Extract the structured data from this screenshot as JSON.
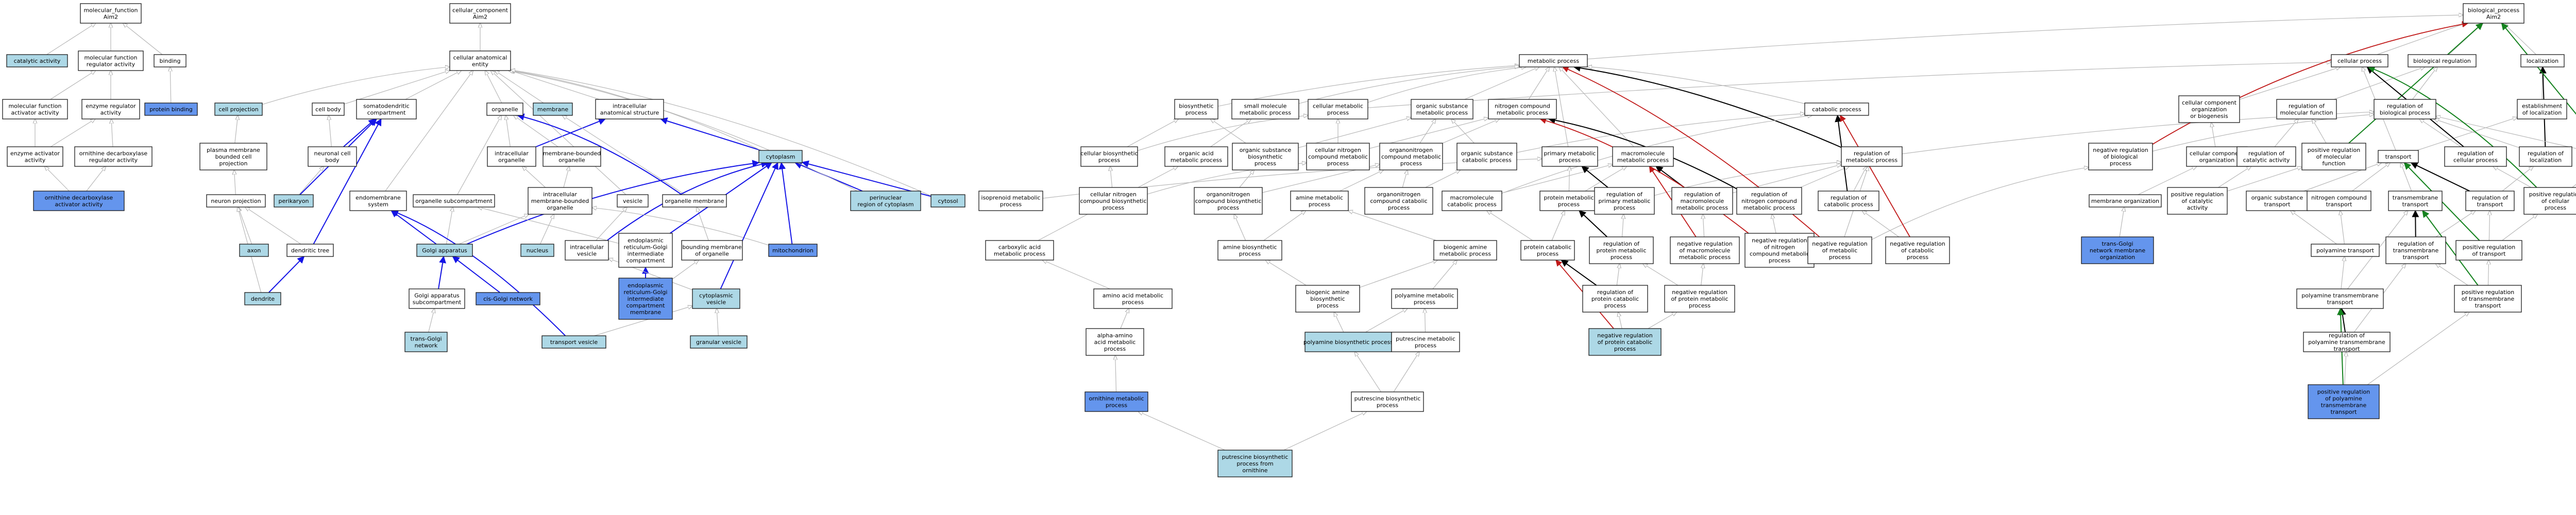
{
  "colors": {
    "term": "#ffffff",
    "annotated": "#add8e6",
    "selected": "#6495ed",
    "is_a": "#b8b8b8",
    "part_of": "#1414e6",
    "regulates": "#000000",
    "positively_regulates": "#14821e",
    "negatively_regulates": "#c01818"
  },
  "nodes": {
    "mf": [
      "molecular_function",
      "Aim2"
    ],
    "cat": [
      "catalytic activity"
    ],
    "mfra": [
      "molecular function",
      "regulator activity"
    ],
    "bind": [
      "binding"
    ],
    "mfaa": [
      "molecular function",
      "activator activity"
    ],
    "era": [
      "enzyme regulator",
      "activity"
    ],
    "pbind": [
      "protein binding"
    ],
    "eaa": [
      "enzyme activator",
      "activity"
    ],
    "odra": [
      "ornithine decarboxylase",
      "regulator activity"
    ],
    "odaa": [
      "ornithine decarboxylase",
      "activator activity"
    ],
    "cc": [
      "cellular_component",
      "Aim2"
    ],
    "cae": [
      "cellular anatomical",
      "entity"
    ],
    "cproj": [
      "cell projection"
    ],
    "cbody": [
      "cell body"
    ],
    "sdc": [
      "somatodendritic",
      "compartment"
    ],
    "org": [
      "organelle"
    ],
    "memb": [
      "membrane"
    ],
    "ias": [
      "intracellular",
      "anatomical structure"
    ],
    "pmbcp": [
      "plasma membrane",
      "bounded cell",
      "projection"
    ],
    "ncb": [
      "neuronal cell",
      "body"
    ],
    "iorg": [
      "intracellular",
      "organelle"
    ],
    "mbo": [
      "membrane-bounded",
      "organelle"
    ],
    "cyto": [
      "cytoplasm"
    ],
    "nproj": [
      "neuron projection"
    ],
    "peri": [
      "perikaryon"
    ],
    "endo": [
      "endomembrane",
      "system"
    ],
    "osub": [
      "organelle subcompartment"
    ],
    "imbo": [
      "intracellular",
      "membrane-bounded",
      "organelle"
    ],
    "ves": [
      "vesicle"
    ],
    "omem": [
      "organelle membrane"
    ],
    "prc": [
      "perinuclear",
      "region of cytoplasm"
    ],
    "cytosol": [
      "cytosol"
    ],
    "axon": [
      "axon"
    ],
    "dtree": [
      "dendritic tree"
    ],
    "golgi": [
      "Golgi apparatus"
    ],
    "nuc": [
      "nucleus"
    ],
    "iv": [
      "intracellular",
      "vesicle"
    ],
    "bmo": [
      "bounding membrane",
      "of organelle"
    ],
    "mito": [
      "mitochondrion"
    ],
    "ergic": [
      "endoplasmic",
      "reticulum-Golgi",
      "intermediate",
      "compartment"
    ],
    "dend": [
      "dendrite"
    ],
    "gasc": [
      "Golgi apparatus",
      "subcompartment"
    ],
    "cisg": [
      "cis-Golgi network"
    ],
    "ergicm": [
      "endoplasmic",
      "reticulum-Golgi",
      "intermediate",
      "compartment",
      "membrane"
    ],
    "cves": [
      "cytoplasmic",
      "vesicle"
    ],
    "tgn": [
      "trans-Golgi",
      "network"
    ],
    "tves": [
      "transport vesicle"
    ],
    "gves": [
      "granular vesicle"
    ],
    "bp": [
      "biological_process",
      "Aim2"
    ],
    "metab": [
      "metabolic process"
    ],
    "cellp": [
      "cellular process"
    ],
    "breg": [
      "biological regulation"
    ],
    "loc": [
      "localization"
    ],
    "bios": [
      "biosynthetic",
      "process"
    ],
    "smm": [
      "small molecule",
      "metabolic process"
    ],
    "cmp": [
      "cellular metabolic",
      "process"
    ],
    "osmp": [
      "organic substance",
      "metabolic process"
    ],
    "ncmp": [
      "nitrogen compound",
      "metabolic process"
    ],
    "catab": [
      "catabolic process"
    ],
    "ccob": [
      "cellular component",
      "organization",
      "or biogenesis"
    ],
    "rmf": [
      "regulation of",
      "molecular function"
    ],
    "rbp": [
      "regulation of",
      "biological process"
    ],
    "eol": [
      "establishment",
      "of localization"
    ],
    "cbp": [
      "cellular biosynthetic",
      "process"
    ],
    "oamp": [
      "organic acid",
      "metabolic process"
    ],
    "osbp": [
      "organic substance",
      "biosynthetic",
      "process"
    ],
    "cncmp": [
      "cellular nitrogen",
      "compound metabolic",
      "process"
    ],
    "oncmp": [
      "organonitrogen",
      "compound metabolic",
      "process"
    ],
    "oscp": [
      "organic substance",
      "catabolic process"
    ],
    "pmp": [
      "primary metabolic",
      "process"
    ],
    "mmp": [
      "macromolecule",
      "metabolic process"
    ],
    "rmp": [
      "regulation of",
      "metabolic process"
    ],
    "nrbp": [
      "negative regulation",
      "of biological",
      "process"
    ],
    "cco": [
      "cellular component",
      "organization"
    ],
    "rca": [
      "regulation of",
      "catalytic activity"
    ],
    "prmf": [
      "positive regulation",
      "of molecular",
      "function"
    ],
    "transport": [
      "transport"
    ],
    "rcp": [
      "regulation of",
      "cellular process"
    ],
    "rloc": [
      "regulation of",
      "localization"
    ],
    "prbp": [
      "positive regulation",
      "of biological",
      "process"
    ],
    "ismp": [
      "isoprenoid metabolic",
      "process"
    ],
    "cncbp": [
      "cellular nitrogen",
      "compound biosynthetic",
      "process"
    ],
    "oncbp": [
      "organonitrogen",
      "compound biosynthetic",
      "process"
    ],
    "amp": [
      "amine metabolic",
      "process"
    ],
    "onccp": [
      "organonitrogen",
      "compound catabolic",
      "process"
    ],
    "mcp": [
      "macromolecule",
      "catabolic process"
    ],
    "protmp": [
      "protein metabolic",
      "process"
    ],
    "rpmp": [
      "regulation of",
      "primary metabolic",
      "process"
    ],
    "rmmp": [
      "regulation of",
      "macromolecule",
      "metabolic process"
    ],
    "rncmp": [
      "regulation of",
      "nitrogen compound",
      "metabolic process"
    ],
    "rcatp": [
      "regulation of",
      "catabolic process"
    ],
    "memorg": [
      "membrane organization"
    ],
    "prca": [
      "positive regulation",
      "of catalytic",
      "activity"
    ],
    "ost": [
      "organic substance",
      "transport"
    ],
    "nct": [
      "nitrogen compound",
      "transport"
    ],
    "tmt": [
      "transmembrane",
      "transport"
    ],
    "rt": [
      "regulation of",
      "transport"
    ],
    "prcp": [
      "positive regulation",
      "of cellular",
      "process"
    ],
    "camp": [
      "carboxylic acid",
      "metabolic process"
    ],
    "abp": [
      "amine biosynthetic",
      "process"
    ],
    "bamp": [
      "biogenic amine",
      "metabolic process"
    ],
    "pcp": [
      "protein catabolic",
      "process"
    ],
    "rprmp": [
      "regulation of",
      "protein metabolic",
      "process"
    ],
    "nrmmp": [
      "negative regulation",
      "of macromolecule",
      "metabolic process"
    ],
    "nrncmp": [
      "negative regulation",
      "of nitrogen",
      "compound metabolic",
      "process"
    ],
    "nrmp": [
      "negative regulation",
      "of metabolic",
      "process"
    ],
    "nrcatp": [
      "negative regulation",
      "of catabolic",
      "process"
    ],
    "tgnmo": [
      "trans-Golgi",
      "network membrane",
      "organization"
    ],
    "pt": [
      "polyamine transport"
    ],
    "rtmt": [
      "regulation of",
      "transmembrane",
      "transport"
    ],
    "prt": [
      "positive regulation",
      "of transport"
    ],
    "aamp": [
      "amino acid metabolic",
      "process"
    ],
    "babp": [
      "biogenic amine",
      "biosynthetic",
      "process"
    ],
    "polymp": [
      "polyamine metabolic",
      "process"
    ],
    "rpcp": [
      "regulation of",
      "protein catabolic",
      "process"
    ],
    "nrprmp": [
      "negative regulation",
      "of protein metabolic",
      "process"
    ],
    "ptmt": [
      "polyamine transmembrane",
      "transport"
    ],
    "prtmt": [
      "positive regulation",
      "of transmembrane",
      "transport"
    ],
    "aaamp": [
      "alpha-amino",
      "acid metabolic",
      "process"
    ],
    "polybp": [
      "polyamine biosynthetic process"
    ],
    "putmp": [
      "putrescine metabolic",
      "process"
    ],
    "nrpcp": [
      "negative regulation",
      "of protein catabolic",
      "process"
    ],
    "rptmt": [
      "regulation of",
      "polyamine transmembrane",
      "transport"
    ],
    "ornmp": [
      "ornithine metabolic",
      "process"
    ],
    "putbp": [
      "putrescine biosynthetic",
      "process"
    ],
    "prptmt": [
      "positive regulation",
      "of polyamine",
      "transmembrane",
      "transport"
    ],
    "pbfo": [
      "putrescine biosynthetic",
      "process from",
      "ornithine"
    ]
  }
}
